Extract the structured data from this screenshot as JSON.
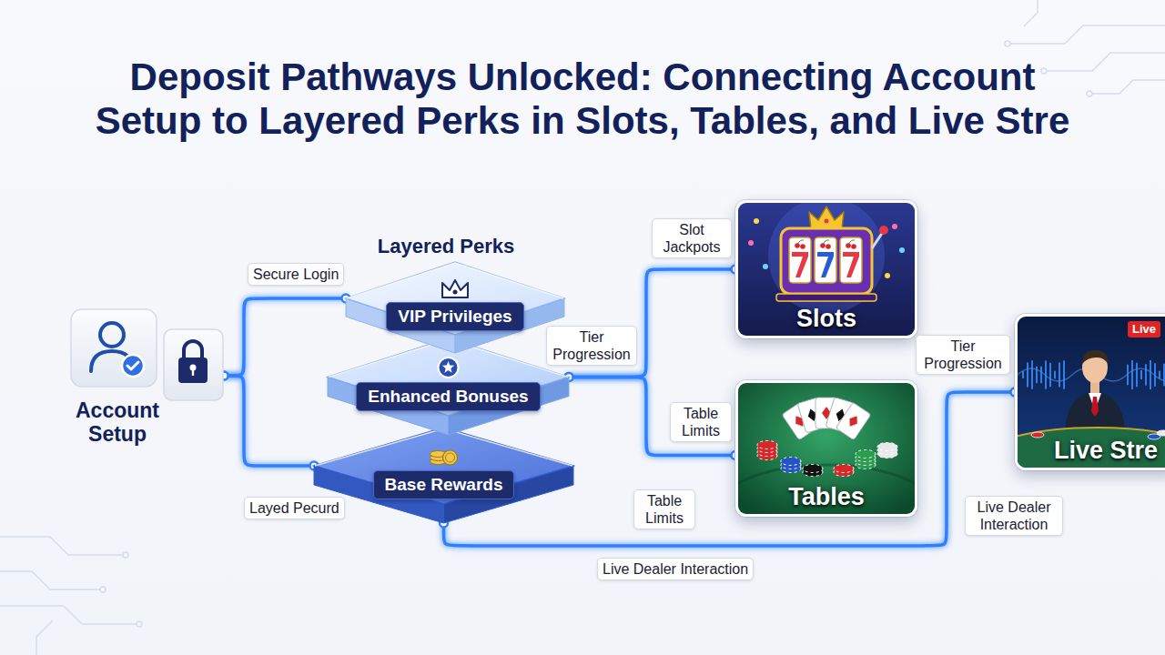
{
  "diagram": {
    "title": "Deposit Pathways Unlocked: Connecting Account Setup to Layered Perks in Slots, Tables, and Live Stre",
    "nodes": [
      {
        "text": [
          "Account Setup"
        ]
      },
      {
        "text": [
          "VIP Privileges"
        ]
      },
      {
        "text": [
          "Enhanced Bonuses"
        ]
      },
      {
        "text": [
          "Base Rewards"
        ]
      },
      {
        "text": [
          "Slots"
        ]
      },
      {
        "text": [
          "Tables"
        ]
      },
      {
        "text": [
          "Live",
          "Live Stre"
        ]
      }
    ],
    "edges": [
      {
        "from": 0,
        "to": 1,
        "label": "Secure Login",
        "arrow": "none"
      },
      {
        "from": 0,
        "to": 3,
        "label": "Layed Pecurd",
        "arrow": "none"
      },
      {
        "from": 2,
        "to": 4,
        "label": "Slot Jackpots",
        "arrow": "none"
      },
      {
        "from": 2,
        "to": 5,
        "label": "Table Limits",
        "arrow": "none"
      },
      {
        "from": 3,
        "to": 6,
        "label": "Live Dealer Interaction",
        "arrow": "none"
      }
    ],
    "labels": [
      "Layered Perks",
      "Tier Progression",
      "Table Limits",
      "Tier Progression",
      "Live Dealer Interaction"
    ]
  }
}
